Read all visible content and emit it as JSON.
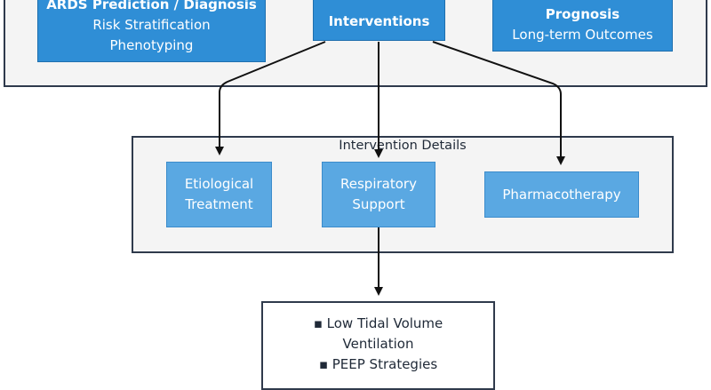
{
  "top_group": {
    "prediction_node": {
      "title": "ARDS Prediction / Diagnosis",
      "line2": "Risk Stratification",
      "line3": "Phenotyping"
    },
    "interventions_node": {
      "title": "Interventions"
    },
    "prognosis_node": {
      "title": "Prognosis",
      "line2": "Long-term Outcomes"
    }
  },
  "details_group": {
    "label": "Intervention Details",
    "etiological": {
      "line1": "Etiological",
      "line2": "Treatment"
    },
    "respiratory": {
      "line1": "Respiratory",
      "line2": "Support"
    },
    "pharmaco": {
      "line1": "Pharmacotherapy"
    }
  },
  "respiratory_details": {
    "items": [
      "▪ Low Tidal Volume",
      "Ventilation",
      "▪ PEEP Strategies"
    ]
  },
  "colors": {
    "node_dark": "#2f8ed6",
    "node_light": "#5aa8e2",
    "border": "#2f3a4c",
    "frame_fill": "#f4f4f4"
  }
}
